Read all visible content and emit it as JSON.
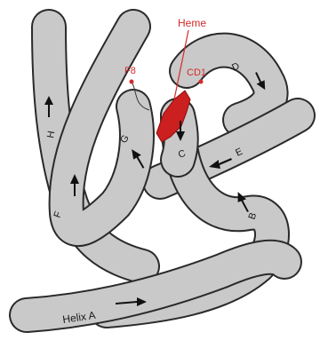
{
  "diagram": {
    "heme_label": "Heme",
    "f8_label": "F8",
    "cd1_label": "CD1",
    "helices": {
      "a": "Helix A",
      "b": "B",
      "c": "C",
      "d": "D",
      "e": "E",
      "f": "F",
      "g": "G",
      "h": "H"
    }
  },
  "colors": {
    "tube_fill": "#c9c9c9",
    "tube_outline": "#2a2a2a",
    "heme": "#cc1f1f",
    "highlight_text": "#d42a2a"
  }
}
